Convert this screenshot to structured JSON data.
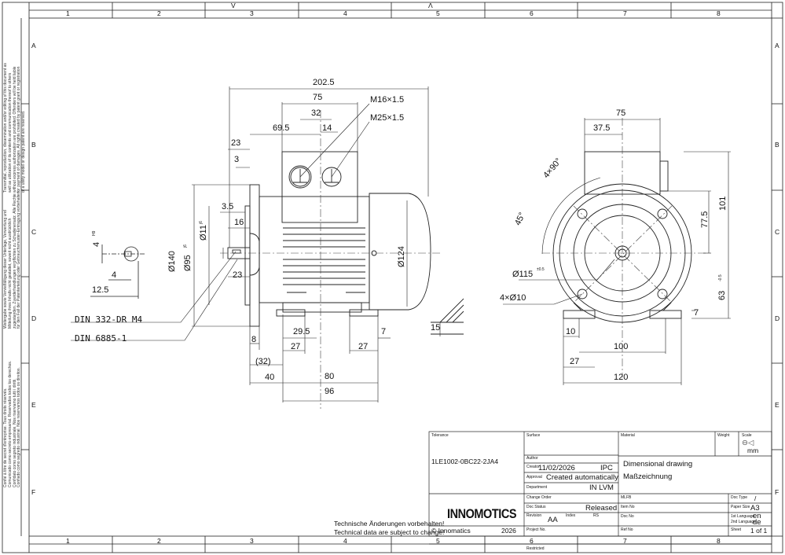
{
  "frame": {
    "columns": [
      "1",
      "2",
      "3",
      "4",
      "5",
      "6",
      "7",
      "8"
    ],
    "rows": [
      "A",
      "B",
      "C",
      "D",
      "E",
      "F"
    ],
    "top_marks": [
      "V",
      "Λ"
    ]
  },
  "dimensions": {
    "overall_length": "202.5",
    "box_width": "75",
    "box_offset": "69.5",
    "box_center": "32",
    "gland_offset": "14",
    "gland_1": "M16×1.5",
    "gland_2": "M25×1.5",
    "flange_23_top": "23",
    "flange_3": "3",
    "spigot_3_5": "3.5",
    "shaft_16": "16",
    "flange_23_bottom": "23",
    "dia_140": "Ø140",
    "dia_95": "Ø95",
    "dia_95_tol": "j6",
    "dia_11": "Ø11",
    "dia_11_tol": "j6",
    "dia_124": "Ø124",
    "key_width": "4",
    "key_tol": "H9",
    "key_4": "4",
    "key_12_5": "12.5",
    "din_1": "DIN 332-DR M4",
    "din_2": "DIN 6885-1",
    "flange_8": "8",
    "flange_32": "(32)",
    "dim_40": "40",
    "foot_27_left": "27",
    "foot_29_5": "29.5",
    "foot_27_right": "27",
    "dim_7_side": "7",
    "dim_80": "80",
    "dim_96": "96",
    "dim_15": "15",
    "end_75": "75",
    "end_37_5": "37.5",
    "angle_4x90": "4×90°",
    "angle_45": "45°",
    "end_77_5": "77.5",
    "end_101": "101",
    "dia_115": "Ø115",
    "dia_115_tol": "±0.5",
    "holes": "4×Ø10",
    "height_63": "63",
    "height_63_tol": "-0.5",
    "end_7": "7",
    "end_10": "10",
    "end_100": "100",
    "end_27": "27",
    "end_120": "120"
  },
  "title_block": {
    "tolerance_label": "Tolerance",
    "surface_label": "Surface",
    "material_label": "Material",
    "weight_label": "Weight",
    "scale_label": "Scale",
    "scale_unit": "mm",
    "part_number": "1LE1002-0BC22-2JA4",
    "author_label": "Author",
    "creator_label": "Creator",
    "creation_date": "11/02/2026",
    "creator_dept": "IPC",
    "approval_label": "Approval",
    "approval_value": "Created automatically",
    "department_label": "Department",
    "department_value": "IN LVM",
    "change_order_label": "Change Order",
    "title_en": "Dimensional drawing",
    "title_de": "Maßzeichnung",
    "mlfb_label": "MLFB",
    "doc_type_label": "Doc Type",
    "doc_type_value": "/",
    "doc_status_label": "Doc Status",
    "doc_status_value": "Released",
    "item_no_label": "Item No",
    "paper_size_label": "Paper Size",
    "paper_size_value": "A3",
    "revision_label": "Revision",
    "revision_value": "AA",
    "index_label": "Index",
    "index_value": "RS",
    "doc_no_label": "Doc No",
    "lang1_label": "1st Language",
    "lang1_value": "en",
    "lang2_label": "2nd Language",
    "lang2_value": "de",
    "project_no_label": "Project No.",
    "ref_no_label": "Ref No",
    "sheet_label": "Sheet",
    "sheet_value": "1 of 1",
    "copyright": "© Innomatics",
    "year": "2026",
    "restricted": "Restricted",
    "logo": "INNOMOTICS",
    "notice_de": "Technische Änderungen vorbehalten!",
    "notice_en": "Technical data are subject to change!"
  },
  "side_notes": {
    "note_top_1": "Transmittal, reproduction, dissemination and/or editing of this document as",
    "note_top_2": "well as utilization of its contents and communication thereof to others",
    "note_top_3": "without express authorization are prohibited. Offenders will be held liable",
    "note_top_4": "for payment of damages. All rights created by patent grant or registration",
    "note_top_5": "of a utility model or design patent are reserved.",
    "note_mid_1": "Weitergabe sowie Vervielfältigung dieser Unterlage, Verwertung und",
    "note_mid_2": "Mitteilung ihres Inhalts nicht gestattet, soweit nicht ausdrücklich",
    "note_mid_3": "zugestanden. Zuwiderhandlungen verpflichten zu Schadenersatz. Alle Rechte",
    "note_mid_4": "für den Fall der Patenterteilung oder Gebrauchsmuster-Eintragung vorbehalten.",
    "note_bot_1": "Confié à titre de secret d'entreprise. Tous droits réservés.",
    "note_bot_2": "Comunicado como secreto empresarial. Reservados todos los derechos.",
    "note_bot_3": "Confidato como segreto industriale. Nos riserviamo tutti i diritti.",
    "note_bot_4": "Confiado como segredo industrial. Nos reservamos todos os direitos."
  }
}
